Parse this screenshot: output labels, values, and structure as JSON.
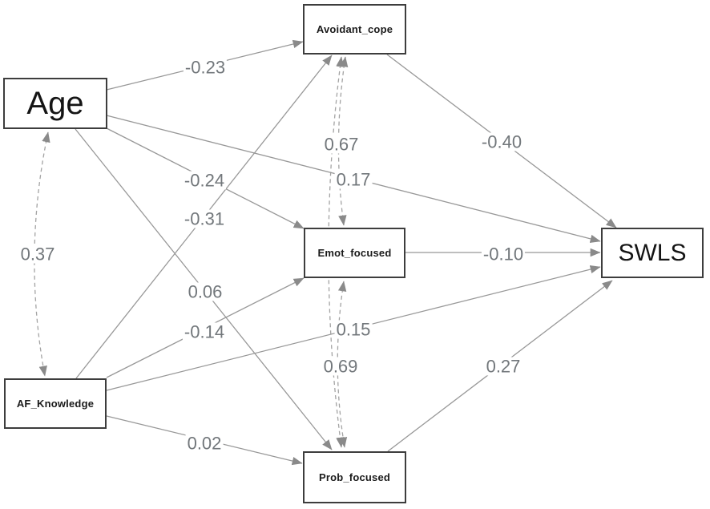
{
  "diagram": {
    "type": "sem-path-diagram",
    "nodes": [
      {
        "id": "age",
        "label": "Age"
      },
      {
        "id": "avoidant_cope",
        "label": "Avoidant_cope"
      },
      {
        "id": "emot_focused",
        "label": "Emot_focused"
      },
      {
        "id": "prob_focused",
        "label": "Prob_focused"
      },
      {
        "id": "af_knowledge",
        "label": "AF_Knowledge"
      },
      {
        "id": "swls",
        "label": "SWLS"
      }
    ],
    "edges": [
      {
        "from": "Age",
        "to": "Avoidant_cope",
        "coef": "-0.23",
        "type": "regression"
      },
      {
        "from": "Age",
        "to": "Emot_focused",
        "coef": "-0.24",
        "type": "regression"
      },
      {
        "from": "Age",
        "to": "Prob_focused",
        "coef": "0.06",
        "type": "regression"
      },
      {
        "from": "Age",
        "to": "SWLS",
        "coef": "0.17",
        "type": "regression"
      },
      {
        "from": "AF_Knowledge",
        "to": "Avoidant_cope",
        "coef": "-0.31",
        "type": "regression"
      },
      {
        "from": "AF_Knowledge",
        "to": "Emot_focused",
        "coef": "-0.14",
        "type": "regression"
      },
      {
        "from": "AF_Knowledge",
        "to": "Prob_focused",
        "coef": "0.02",
        "type": "regression"
      },
      {
        "from": "AF_Knowledge",
        "to": "SWLS",
        "coef": "0.15",
        "type": "regression"
      },
      {
        "from": "Avoidant_cope",
        "to": "SWLS",
        "coef": "-0.40",
        "type": "regression"
      },
      {
        "from": "Emot_focused",
        "to": "SWLS",
        "coef": "-0.10",
        "type": "regression"
      },
      {
        "from": "Prob_focused",
        "to": "SWLS",
        "coef": "0.27",
        "type": "regression"
      }
    ],
    "covariances": [
      {
        "between": [
          "Age",
          "AF_Knowledge"
        ],
        "coef": "0.37",
        "style": "dashed"
      },
      {
        "between": [
          "Avoidant_cope",
          "Emot_focused"
        ],
        "coef": "0.67",
        "style": "dashed"
      },
      {
        "between": [
          "Emot_focused",
          "Prob_focused"
        ],
        "coef": "0.69",
        "style": "dashed"
      },
      {
        "between": [
          "Avoidant_cope",
          "Prob_focused"
        ],
        "coef": "",
        "style": "dashed",
        "note": "curve passes behind Emot_focused node; label not visible"
      }
    ]
  },
  "colors": {
    "edge_line": "#989898",
    "dashed_line": "#a3a3a3",
    "arrowhead": "#8a8a8a",
    "edge_label_text": "#72777b",
    "node_border": "#3d3d3d",
    "node_fill": "#ffffff",
    "background": "#ffffff"
  }
}
